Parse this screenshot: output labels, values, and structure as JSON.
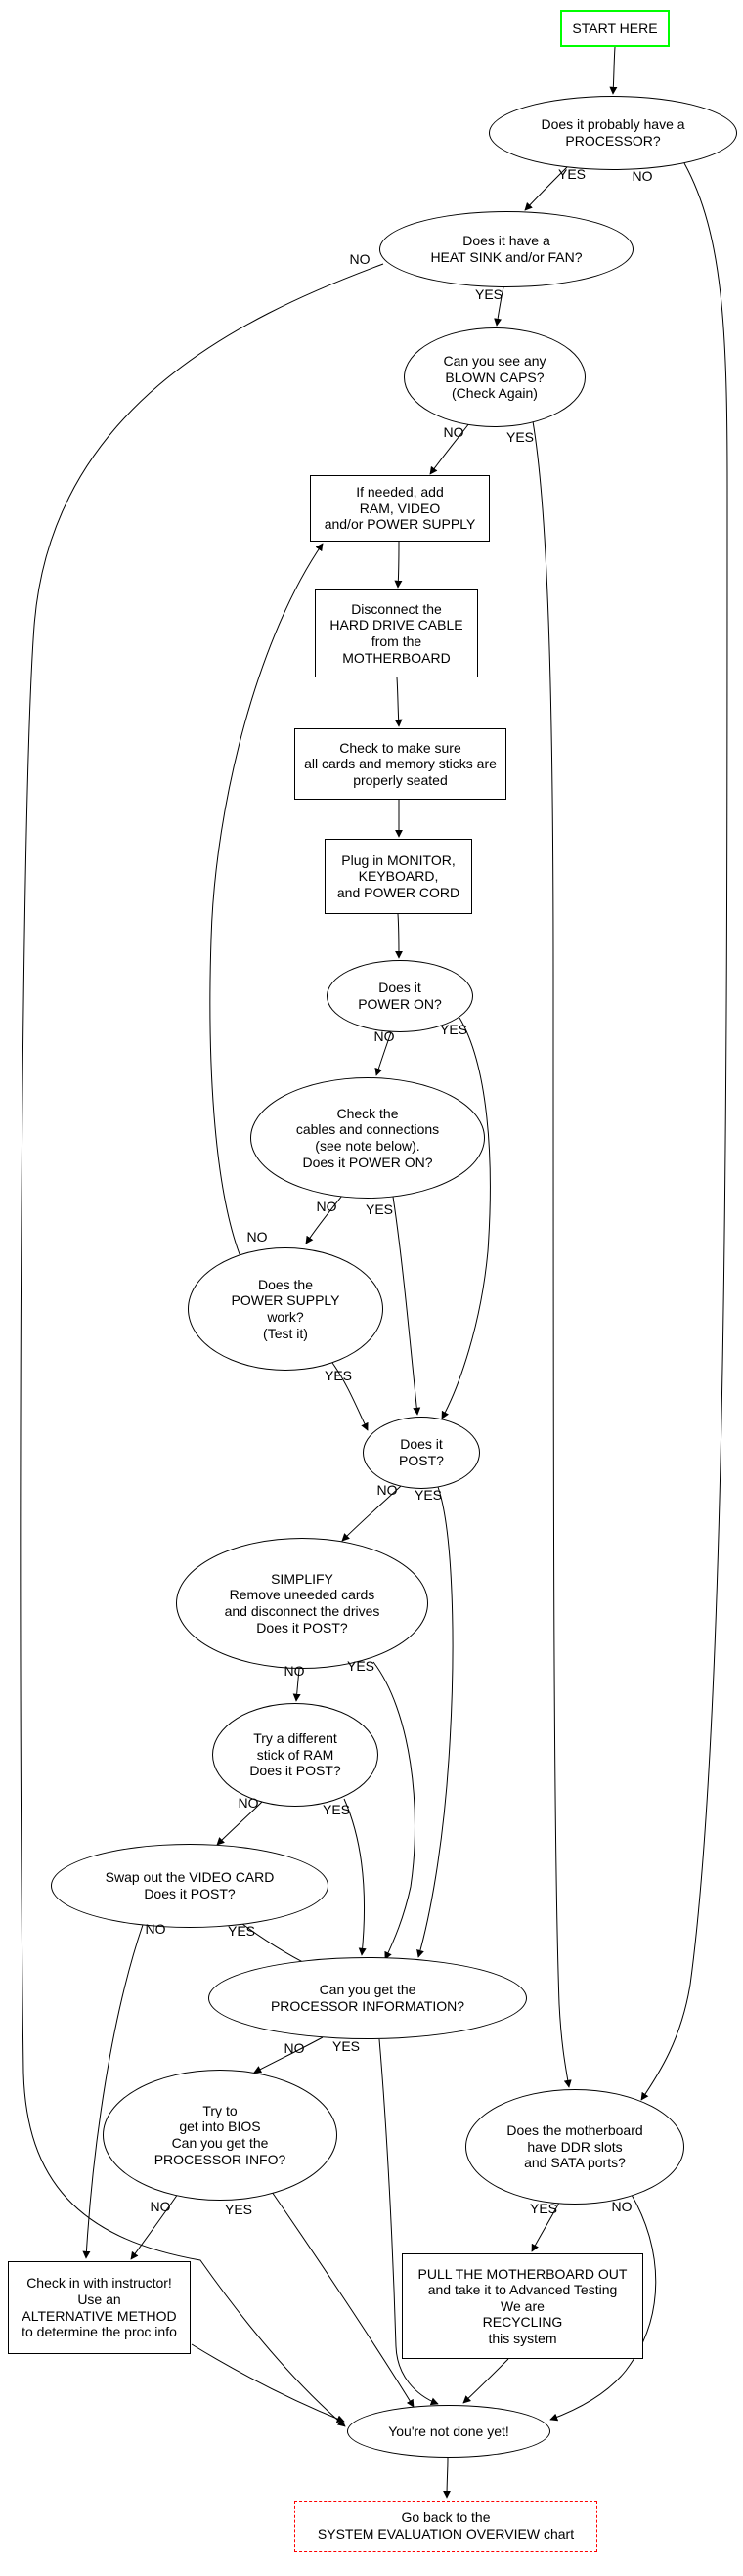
{
  "diagram": {
    "type": "flowchart",
    "colors": {
      "background": "#ffffff",
      "node_border": "#000000",
      "edge": "#000000",
      "start_border": "#00ff00",
      "goback_border": "#ff0000"
    },
    "nodes": {
      "start": {
        "label": "START HERE"
      },
      "processor": {
        "label": "Does it probably have a\nPROCESSOR?"
      },
      "heatsink": {
        "label": "Does it have a\nHEAT SINK and/or FAN?"
      },
      "blowncaps": {
        "label": "Can you see any\nBLOWN CAPS?\n(Check Again)"
      },
      "addram": {
        "label": "If needed, add\nRAM, VIDEO\nand/or POWER SUPPLY"
      },
      "hdd": {
        "label": "Disconnect the\nHARD DRIVE CABLE\nfrom the\nMOTHERBOARD"
      },
      "seated": {
        "label": "Check to make sure\nall cards and memory sticks are\nproperly seated"
      },
      "plugin": {
        "label": "Plug in MONITOR,\nKEYBOARD,\nand POWER CORD"
      },
      "poweron": {
        "label": "Does it\nPOWER ON?"
      },
      "checkcables": {
        "label": "Check the\ncables and connections\n(see note below).\nDoes it POWER ON?"
      },
      "psu": {
        "label": "Does the\nPOWER SUPPLY\nwork?\n(Test it)"
      },
      "post": {
        "label": "Does it\nPOST?"
      },
      "simplify": {
        "label": "SIMPLIFY\nRemove uneeded cards\nand disconnect the drives\nDoes it POST?"
      },
      "tryram": {
        "label": "Try a different\nstick of RAM\nDoes it POST?"
      },
      "swapvideo": {
        "label": "Swap out the VIDEO CARD\nDoes it POST?"
      },
      "procinfo": {
        "label": "Can you get the\nPROCESSOR INFORMATION?"
      },
      "bios": {
        "label": "Try to\nget into BIOS\nCan you get the\nPROCESSOR INFO?"
      },
      "ddr": {
        "label": "Does the motherboard\nhave DDR slots\nand SATA ports?"
      },
      "instructor": {
        "label": "Check in with instructor!\nUse an\nALTERNATIVE METHOD\nto determine the proc info"
      },
      "pullout": {
        "label": "PULL THE MOTHERBOARD OUT\nand take it to Advanced Testing\nWe are\nRECYCLING\nthis system"
      },
      "notdone": {
        "label": "You're not done yet!"
      },
      "goback": {
        "label": "Go back to the\nSYSTEM EVALUATION OVERVIEW chart"
      }
    },
    "edges": [
      {
        "from": "start",
        "to": "processor",
        "label": ""
      },
      {
        "from": "processor",
        "to": "heatsink",
        "label": "YES"
      },
      {
        "from": "processor",
        "to": "ddr",
        "label": "NO"
      },
      {
        "from": "heatsink",
        "to": "blowncaps",
        "label": "YES"
      },
      {
        "from": "heatsink",
        "to": "notdone",
        "label": "NO"
      },
      {
        "from": "blowncaps",
        "to": "addram",
        "label": "NO"
      },
      {
        "from": "blowncaps",
        "to": "ddr",
        "label": "YES"
      },
      {
        "from": "addram",
        "to": "hdd",
        "label": ""
      },
      {
        "from": "hdd",
        "to": "seated",
        "label": ""
      },
      {
        "from": "seated",
        "to": "plugin",
        "label": ""
      },
      {
        "from": "plugin",
        "to": "poweron",
        "label": ""
      },
      {
        "from": "poweron",
        "to": "checkcables",
        "label": "NO"
      },
      {
        "from": "poweron",
        "to": "post",
        "label": "YES"
      },
      {
        "from": "checkcables",
        "to": "psu",
        "label": "NO"
      },
      {
        "from": "checkcables",
        "to": "post",
        "label": "YES"
      },
      {
        "from": "psu",
        "to": "post",
        "label": "YES"
      },
      {
        "from": "psu",
        "to": "addram",
        "label": "NO"
      },
      {
        "from": "post",
        "to": "simplify",
        "label": "NO"
      },
      {
        "from": "post",
        "to": "procinfo",
        "label": "YES"
      },
      {
        "from": "simplify",
        "to": "tryram",
        "label": "NO"
      },
      {
        "from": "simplify",
        "to": "procinfo",
        "label": "YES"
      },
      {
        "from": "tryram",
        "to": "swapvideo",
        "label": "NO"
      },
      {
        "from": "tryram",
        "to": "procinfo",
        "label": "YES"
      },
      {
        "from": "swapvideo",
        "to": "procinfo",
        "label": "YES"
      },
      {
        "from": "swapvideo",
        "to": "instructor",
        "label": "NO"
      },
      {
        "from": "procinfo",
        "to": "bios",
        "label": "NO"
      },
      {
        "from": "procinfo",
        "to": "notdone",
        "label": "YES"
      },
      {
        "from": "bios",
        "to": "instructor",
        "label": "NO"
      },
      {
        "from": "bios",
        "to": "notdone",
        "label": "YES"
      },
      {
        "from": "ddr",
        "to": "pullout",
        "label": "YES"
      },
      {
        "from": "ddr",
        "to": "notdone",
        "label": "NO"
      },
      {
        "from": "instructor",
        "to": "notdone",
        "label": ""
      },
      {
        "from": "pullout",
        "to": "notdone",
        "label": ""
      },
      {
        "from": "notdone",
        "to": "goback",
        "label": ""
      }
    ]
  }
}
